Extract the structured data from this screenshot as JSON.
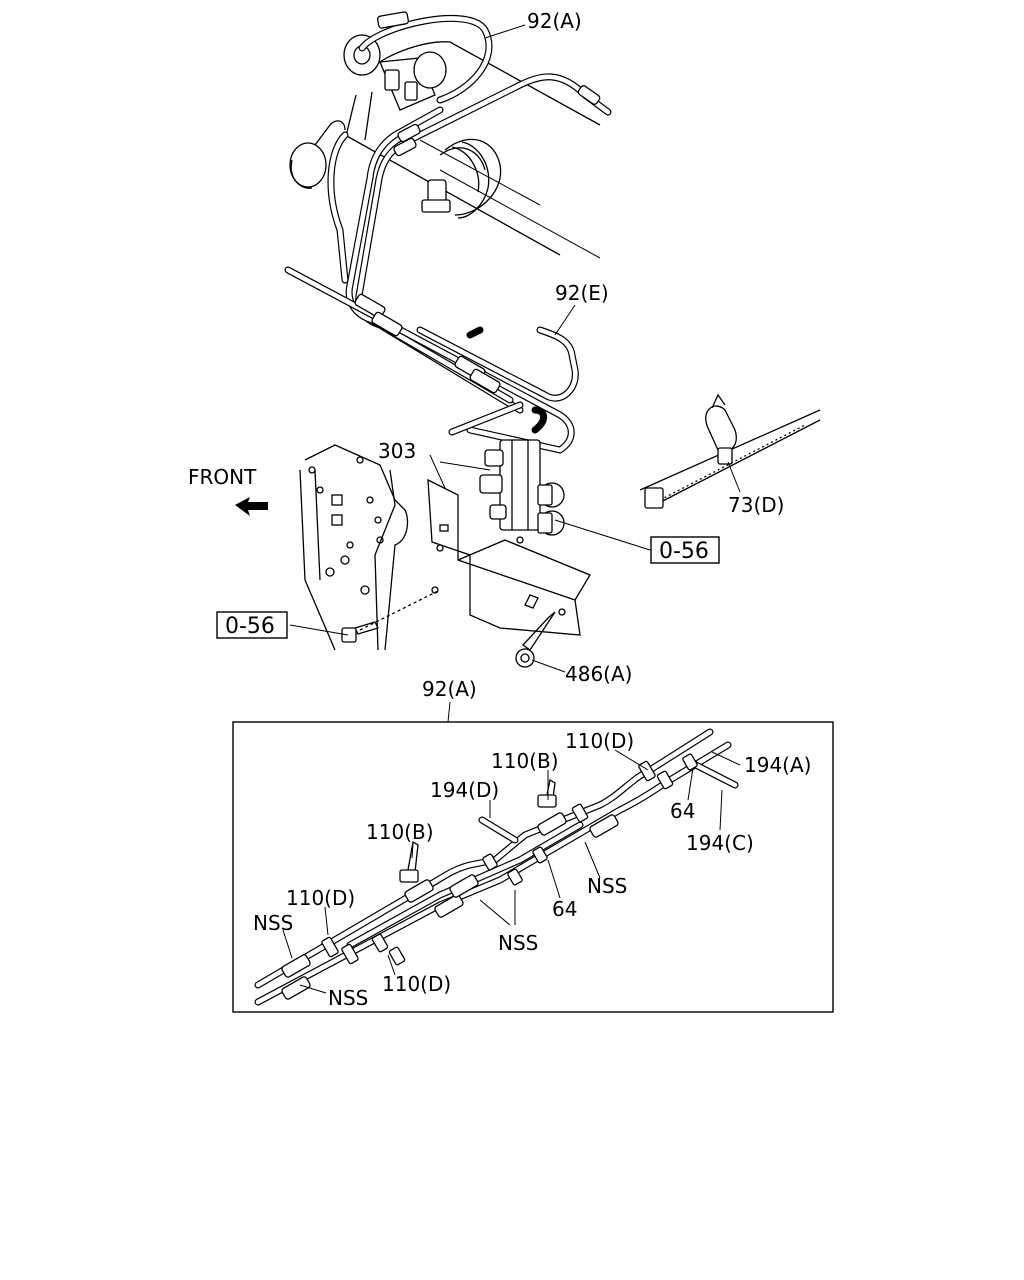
{
  "callouts": {
    "pipe_92A_top": "92(A)",
    "pipe_92E": "92(E)",
    "valve_303": "303",
    "front": "FRONT",
    "ref_056_right": "0-56",
    "clip_73D": "73(D)",
    "ref_056_left": "0-56",
    "nut_486A": "486(A)"
  },
  "detail": {
    "title": "92(A)",
    "labels": {
      "clip_110D_top": "110(D)",
      "clip_110B_upper": "110(B)",
      "pipe_194A": "194(A)",
      "pipe_194D": "194(D)",
      "clamp_64_right": "64",
      "pipe_194C": "194(C)",
      "clip_110B_lower": "110(B)",
      "nss_center": "NSS",
      "clamp_64_center": "64",
      "clip_110D_left": "110(D)",
      "nss_left": "NSS",
      "nss_middle": "NSS",
      "clip_110D_bottom": "110(D)",
      "nss_bottom": "NSS"
    }
  }
}
